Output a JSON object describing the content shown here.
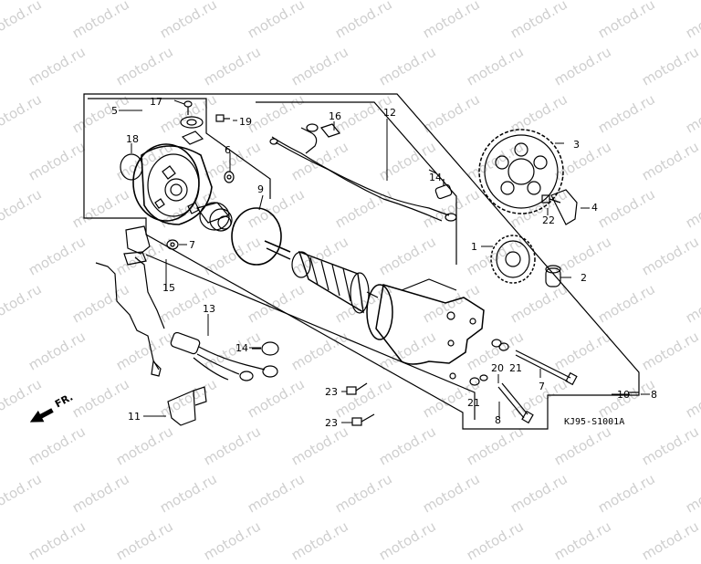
{
  "watermark": "motod.ru",
  "diagram_code": "KJ95-S1001A",
  "direction_label": "FR.",
  "part_numbers": [
    "1",
    "2",
    "3",
    "4",
    "5",
    "6",
    "7",
    "7",
    "8",
    "8",
    "9",
    "10",
    "11",
    "12",
    "13",
    "14",
    "14",
    "15",
    "16",
    "17",
    "18",
    "19",
    "20",
    "21",
    "21",
    "22",
    "23",
    "23"
  ],
  "icons": {
    "direction_arrow": "front-direction-arrow-icon"
  }
}
